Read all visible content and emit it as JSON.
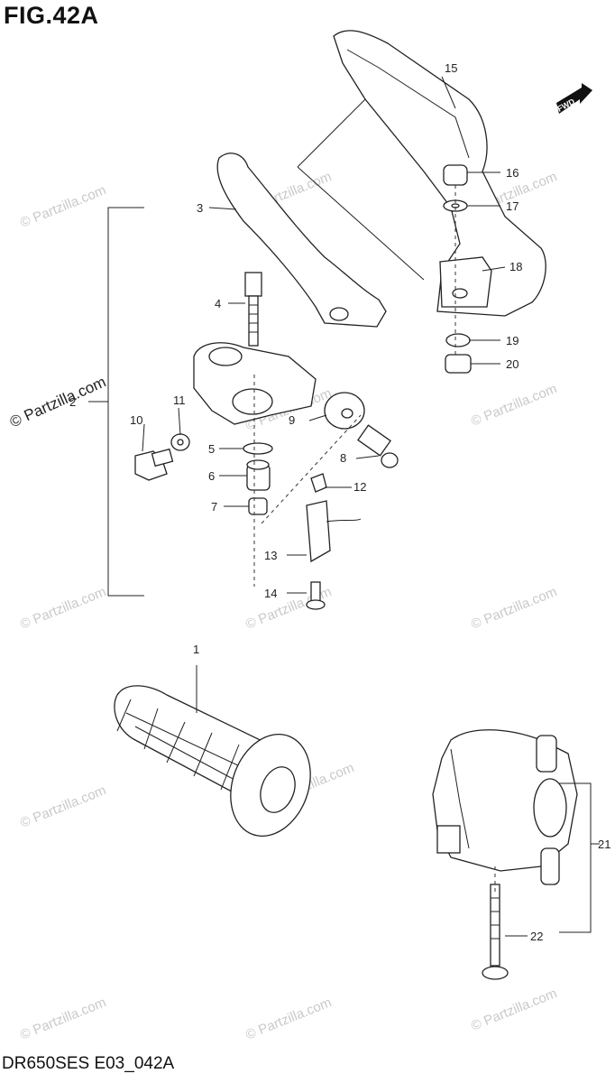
{
  "title": "FIG.42A",
  "footer": "DR650SES E03_042A",
  "watermark_prominent": "© Partzilla.com",
  "watermark_faint": "© Partzilla.com",
  "fwd_label": "FWD",
  "callouts": {
    "c1": "1",
    "c2": "2",
    "c3": "3",
    "c4": "4",
    "c5": "5",
    "c6": "6",
    "c7": "7",
    "c8": "8",
    "c9": "9",
    "c10": "10",
    "c11": "11",
    "c12": "12",
    "c13": "13",
    "c14": "14",
    "c15": "15",
    "c16": "16",
    "c17": "17",
    "c18": "18",
    "c19": "19",
    "c20": "20",
    "c21": "21",
    "c22": "22"
  }
}
